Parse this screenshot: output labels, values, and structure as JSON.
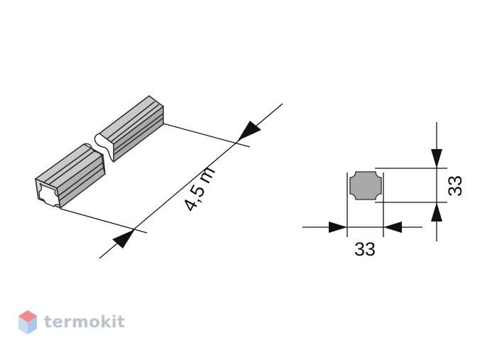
{
  "diagram": {
    "length_label": "4,5 m",
    "width_label": "33",
    "height_label": "33"
  },
  "watermark": {
    "brand_name": "termokit",
    "logo_icon": "hexagon-logo-icon",
    "color": "#bcc3cc"
  }
}
